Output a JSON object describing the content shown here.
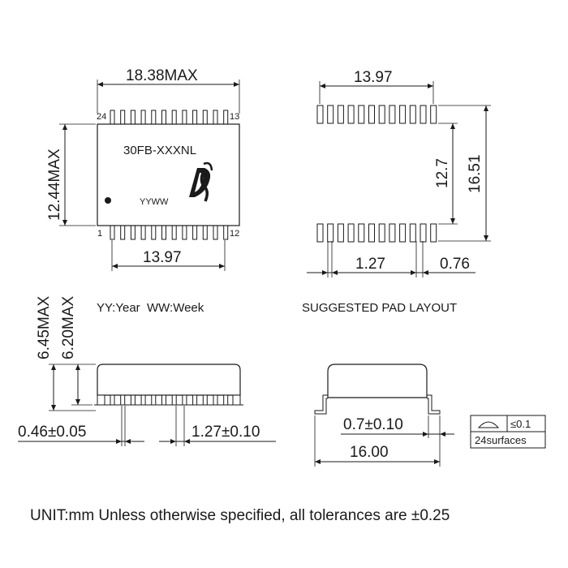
{
  "top_view": {
    "width_label": "18.38MAX",
    "height_label": "12.44MAX",
    "pitch_span_label": "13.97",
    "pin_24": "24",
    "pin_13": "13",
    "pin_1": "1",
    "pin_12": "12",
    "part_number": "30FB-XXXNL",
    "date_code": "YYWW",
    "logo": "DS-logo"
  },
  "pad_layout": {
    "width_label": "13.97",
    "inner_span_label": "12.7",
    "outer_span_label": "16.51",
    "pitch_label": "1.27",
    "pad_width_label": "0.76",
    "caption": "SUGGESTED PAD LAYOUT"
  },
  "legend": {
    "text": "YY:Year  WW:Week"
  },
  "side_view": {
    "height_max_label": "6.45MAX",
    "body_height_label": "6.20MAX",
    "lead_width_label": "0.46±0.05",
    "lead_pitch_label": "1.27±0.10"
  },
  "end_view": {
    "foot_label": "0.7±0.10",
    "span_label": "16.00",
    "coplanarity_symbol": "coplanarity-icon",
    "coplanarity_value": "≤0.1",
    "surfaces_label": "24surfaces"
  },
  "footer": {
    "note": "UNIT:mm Unless otherwise specified, all tolerances are ±0.25"
  }
}
